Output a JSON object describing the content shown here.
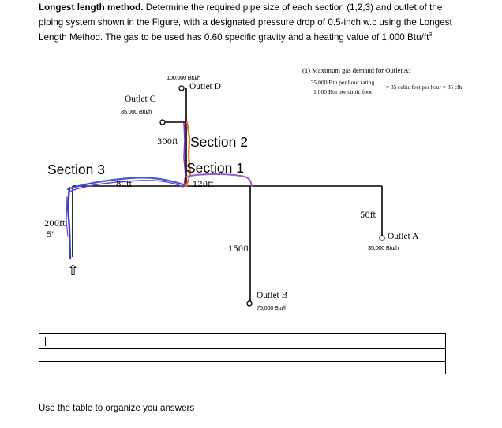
{
  "problem": {
    "bold_lead": "Longest length method.",
    "text_1": " Determine the required pipe size of each section (1,2,3) and outlet of the piping system shown in the Figure, with a designated pressure drop of 0.5-inch w.c using the Longest Length Method. The gas to be used has 0.60 specific gravity and a heating value of 1,000 Btu/ft",
    "superscript": "3"
  },
  "note": {
    "heading": "(1)  Maximum gas demand for Outlet A:",
    "numerator": "35,000 Btu per hour rating",
    "denominator": "1,000 Btu per cubic foot",
    "result": "= 35 cubic  feet  per  hour = 35 cfh"
  },
  "diagram": {
    "outlet_d": {
      "label": "Outlet D",
      "rating": "100,000 Btu/h"
    },
    "outlet_c": {
      "label": "Outlet C",
      "rating": "35,000 Btu/h"
    },
    "outlet_a": {
      "label": "Outlet A",
      "rating": "35,000 Btu/h"
    },
    "outlet_b": {
      "label": "Outlet B",
      "rating": "75,000 Btu/h"
    },
    "sections": {
      "s1": "Section 1",
      "s2": "Section 2",
      "s3": "Section 3"
    },
    "lengths": {
      "riser_d": "300ft",
      "seg_c": "80ft",
      "seg_1": "120ft",
      "drop_a": "50ft",
      "drop_b": "150ft",
      "inlet": "200ft"
    },
    "inlet_size": "5\"",
    "inlet_arrow": "⇧"
  },
  "answer_table": {
    "rows": 3,
    "cols": 1
  },
  "footer": "Use the table to organize you answers"
}
